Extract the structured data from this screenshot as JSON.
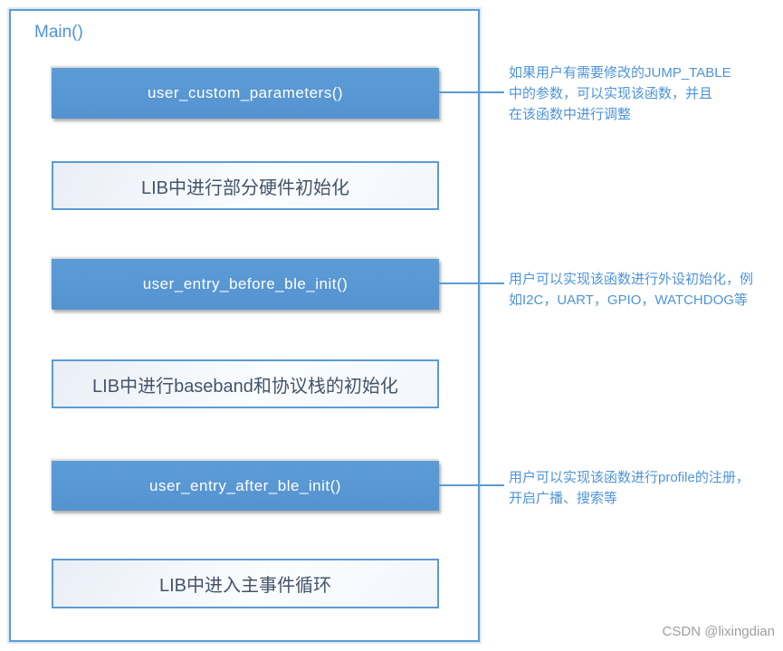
{
  "colors": {
    "accent_blue": "#5B9BD5",
    "blue_box_fill": "#5B9BD5",
    "blue_box_text": "#FFFFFF",
    "white_box_text": "#44546A",
    "annotation_text": "#4E94DA",
    "watermark_text": "#9E9E9E"
  },
  "main": {
    "label": "Main()"
  },
  "flow": {
    "boxes": [
      {
        "label": "user_custom_parameters()",
        "style": "blue"
      },
      {
        "label": "LIB中进行部分硬件初始化",
        "style": "white"
      },
      {
        "label": "user_entry_before_ble_init()",
        "style": "blue"
      },
      {
        "label": "LIB中进行baseband和协议栈的初始化",
        "style": "white"
      },
      {
        "label": "user_entry_after_ble_init()",
        "style": "blue"
      },
      {
        "label": "LIB中进入主事件循环",
        "style": "white"
      }
    ]
  },
  "annotations": [
    {
      "text": "如果用户有需要修改的JUMP_TABLE\n中的参数，可以实现该函数，并且\n在该函数中进行调整"
    },
    {
      "text": "用户可以实现该函数进行外设初始化，例\n如I2C，UART，GPIO，WATCHDOG等"
    },
    {
      "text": "用户可以实现该函数进行profile的注册，\n开启广播、搜索等"
    }
  ],
  "watermark": "CSDN @lixingdian"
}
